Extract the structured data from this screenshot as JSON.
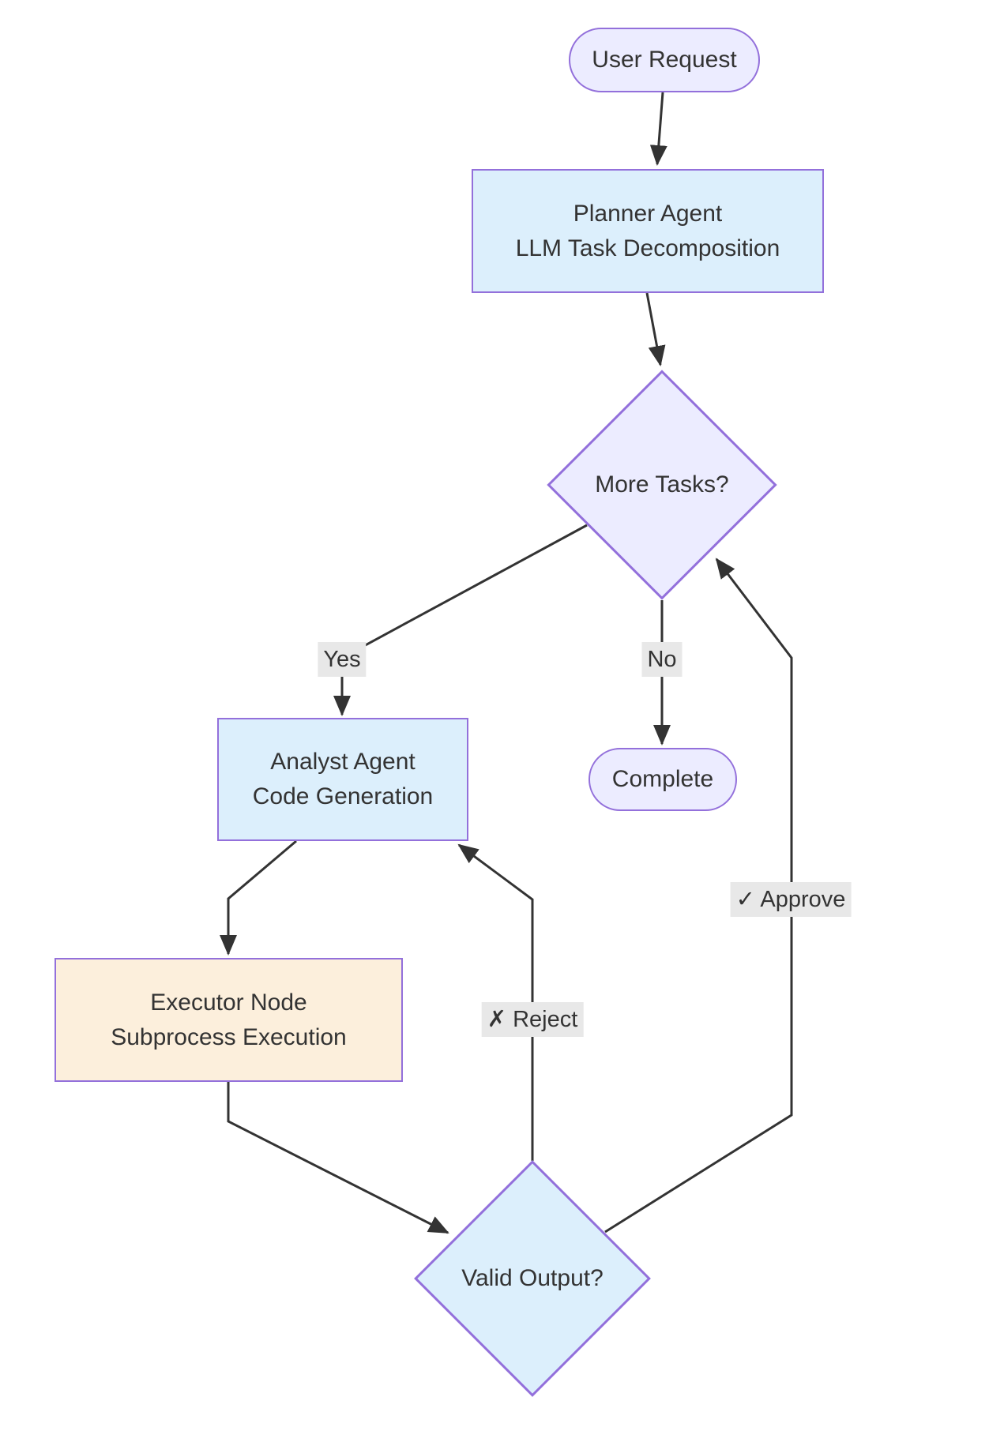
{
  "diagram": {
    "kind": "flowchart",
    "direction": "top-down",
    "nodes": {
      "user_request": {
        "label": "User Request",
        "shape": "stadium"
      },
      "planner": {
        "line1": "Planner Agent",
        "line2": "LLM Task Decomposition",
        "shape": "rectangle"
      },
      "more_tasks": {
        "label": "More Tasks?",
        "shape": "diamond"
      },
      "analyst": {
        "line1": "Analyst Agent",
        "line2": "Code Generation",
        "shape": "rectangle"
      },
      "complete": {
        "label": "Complete",
        "shape": "stadium"
      },
      "executor": {
        "line1": "Executor Node",
        "line2": "Subprocess Execution",
        "shape": "rectangle"
      },
      "valid_output": {
        "label": "Valid Output?",
        "shape": "diamond"
      }
    },
    "edge_labels": {
      "yes": "Yes",
      "no": "No",
      "reject": "✗ Reject",
      "approve": "✓ Approve"
    },
    "edges": [
      {
        "from": "user_request",
        "to": "planner",
        "label": ""
      },
      {
        "from": "planner",
        "to": "more_tasks",
        "label": ""
      },
      {
        "from": "more_tasks",
        "to": "analyst",
        "label": "Yes"
      },
      {
        "from": "more_tasks",
        "to": "complete",
        "label": "No"
      },
      {
        "from": "analyst",
        "to": "executor",
        "label": ""
      },
      {
        "from": "executor",
        "to": "valid_output",
        "label": ""
      },
      {
        "from": "valid_output",
        "to": "analyst",
        "label": "✗ Reject"
      },
      {
        "from": "valid_output",
        "to": "more_tasks",
        "label": "✓ Approve"
      }
    ],
    "colors": {
      "lavender_fill": "#ececff",
      "blue_fill": "#dceffc",
      "warm_fill": "#fcefdc",
      "node_border": "#9370db",
      "edge_stroke": "#333333",
      "text": "#333333",
      "edge_label_bg": "#e8e8e8",
      "background": "#ffffff"
    }
  }
}
